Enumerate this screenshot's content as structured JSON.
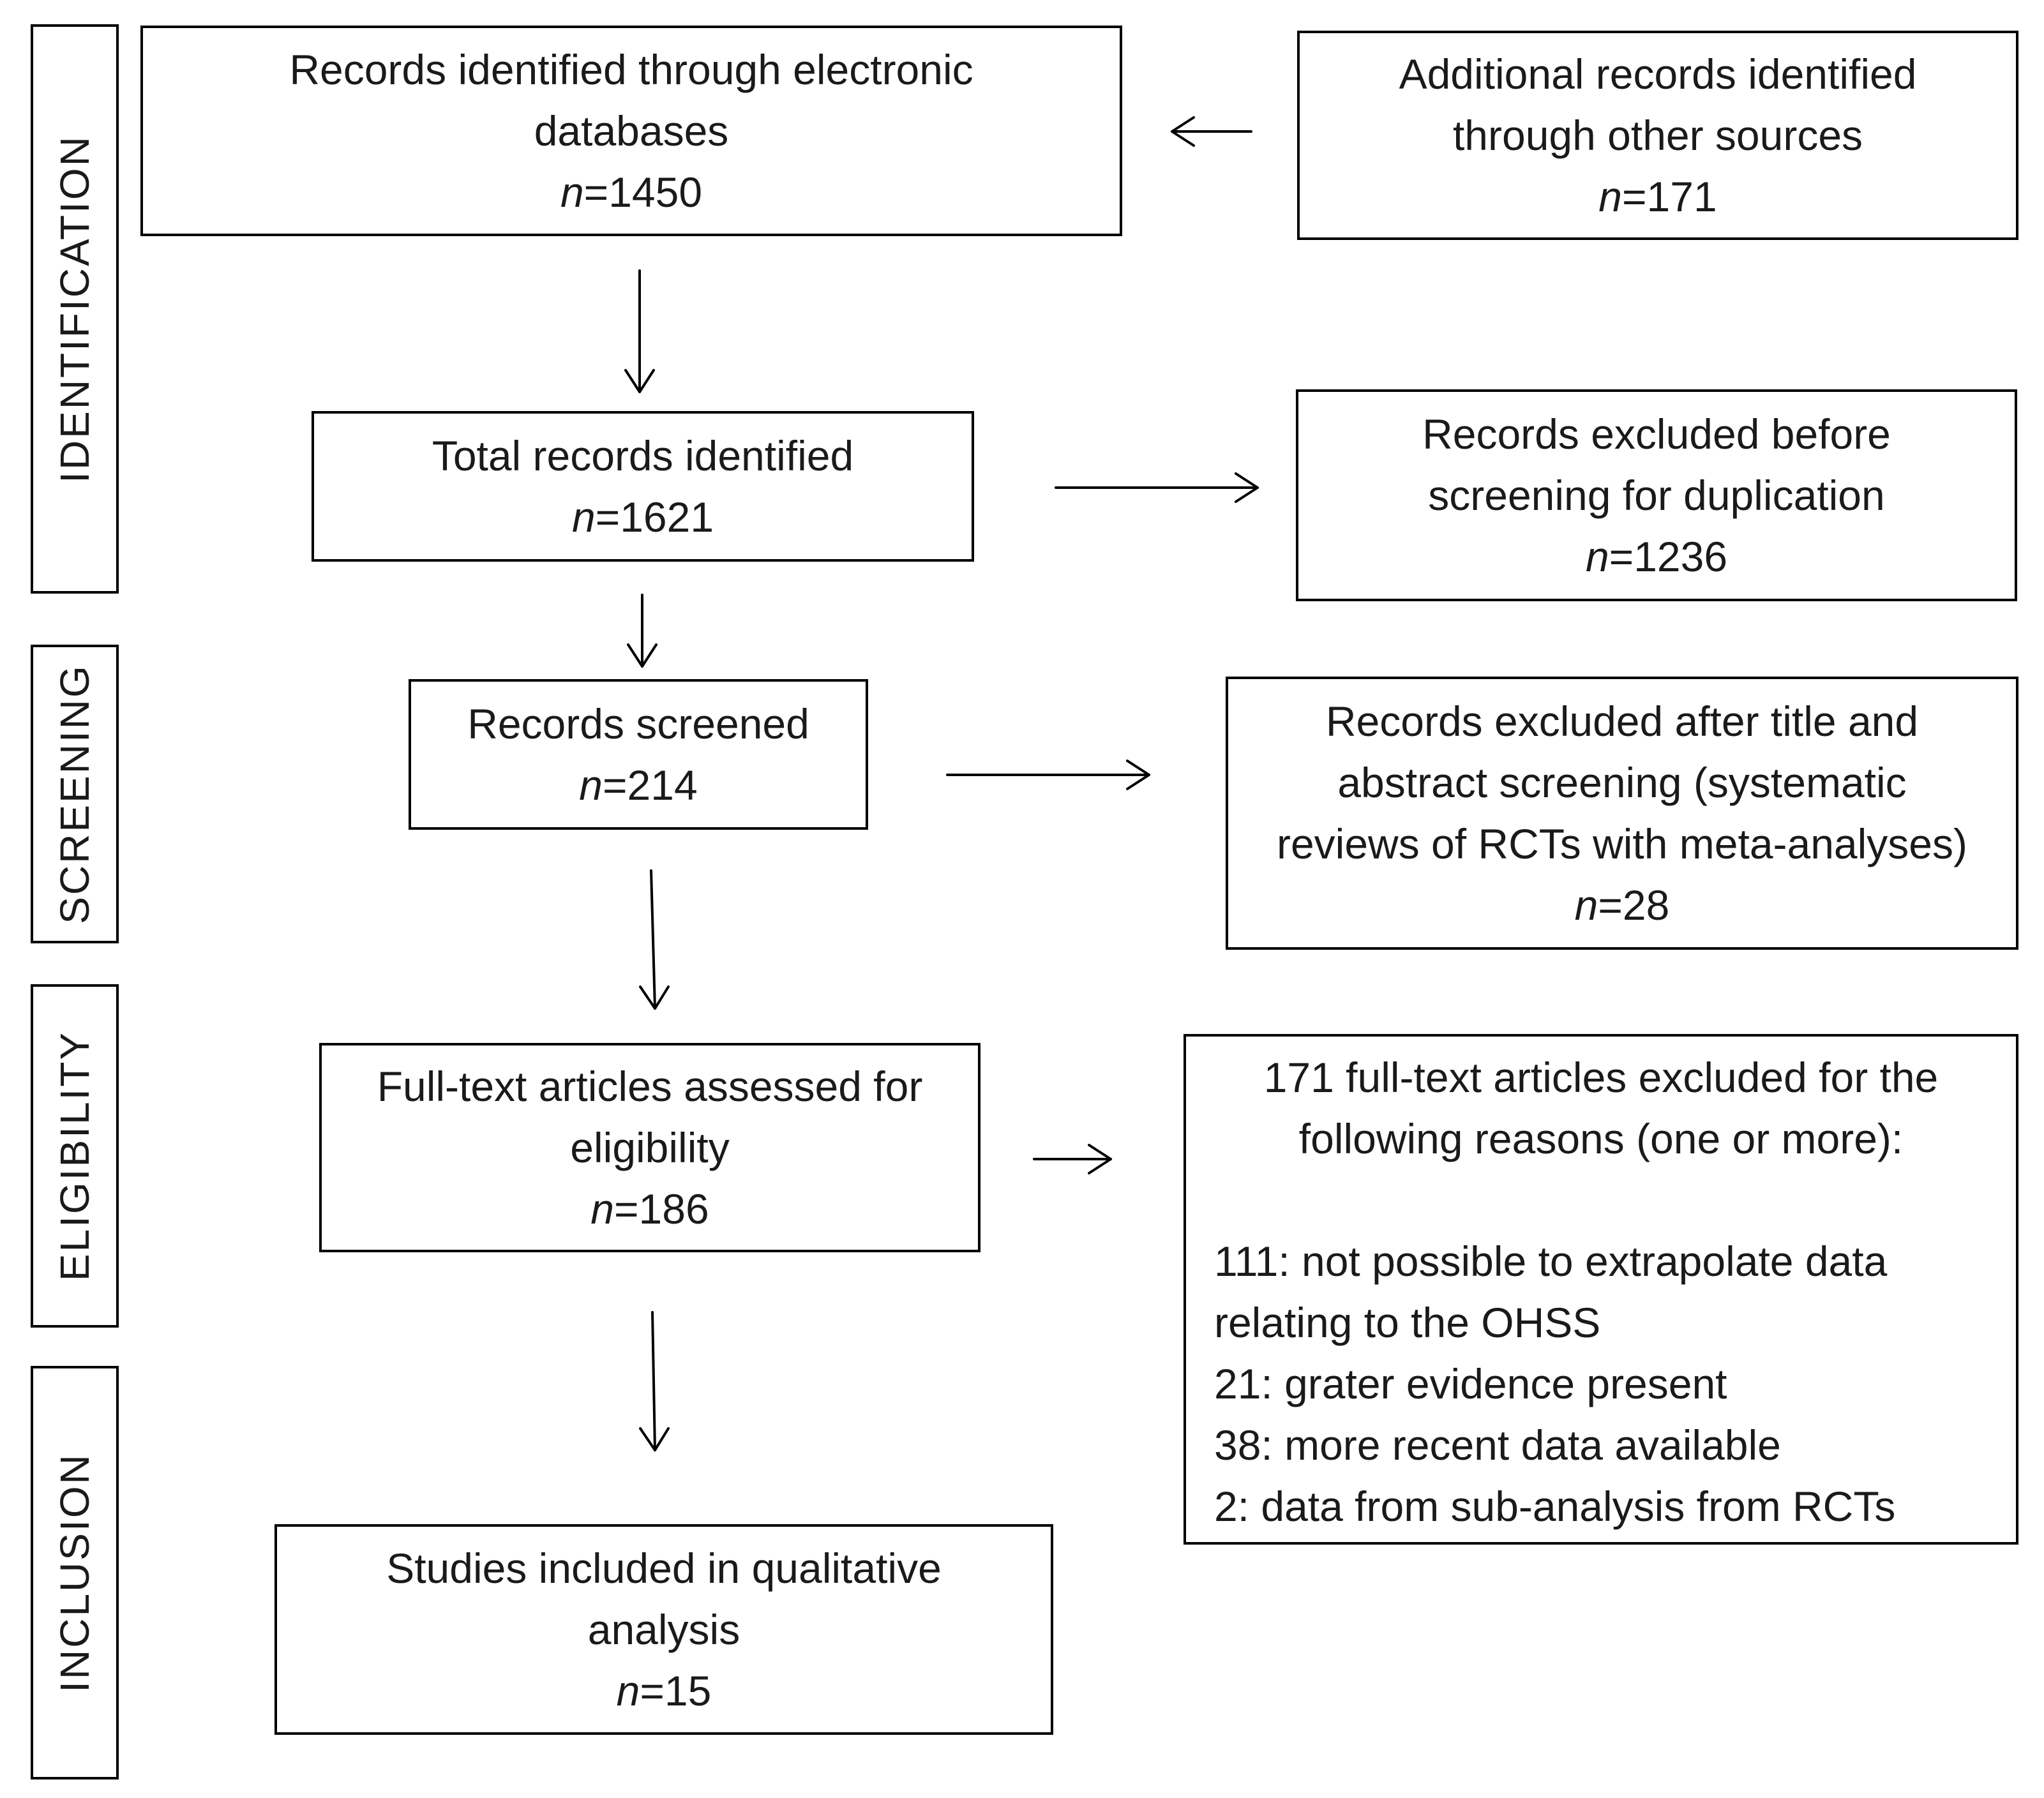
{
  "phases": {
    "identification": "IDENTIFICATION",
    "screening": "SCREENING",
    "eligibility": "ELIGIBILITY",
    "inclusion": "INCLUSION"
  },
  "boxes": {
    "electronic": {
      "line1": "Records identified through electronic",
      "line2": "databases",
      "n_label": "n",
      "n_value": "=1450"
    },
    "other_sources": {
      "line1": "Additional records identified",
      "line2": "through other sources",
      "n_label": "n",
      "n_value": "=171"
    },
    "total": {
      "line1": "Total records identified",
      "n_label": "n",
      "n_value": "=1621"
    },
    "duplicates": {
      "line1": "Records excluded before",
      "line2": "screening for duplication",
      "n_label": "n",
      "n_value": "=1236"
    },
    "screened": {
      "line1": "Records screened",
      "n_label": "n",
      "n_value": "=214"
    },
    "title_abstract_excluded": {
      "line1": "Records excluded after title and",
      "line2": "abstract screening (systematic",
      "line3": "reviews of RCTs with meta-analyses)",
      "n_label": "n",
      "n_value": "=28"
    },
    "fulltext": {
      "line1": "Full-text articles assessed for",
      "line2": "eligibility",
      "n_label": "n",
      "n_value": "=186"
    },
    "fulltext_excluded": {
      "header1": "171 full-text articles excluded for the",
      "header2": "following reasons (one or more):",
      "reasons": [
        "111: not possible to extrapolate data",
        "relating to the OHSS",
        "21: grater evidence present",
        "38: more recent data available",
        "2: data from sub-analysis from RCTs"
      ]
    },
    "included": {
      "line1": "Studies included in qualitative",
      "line2": "analysis",
      "n_label": "n",
      "n_value": "=15"
    }
  }
}
